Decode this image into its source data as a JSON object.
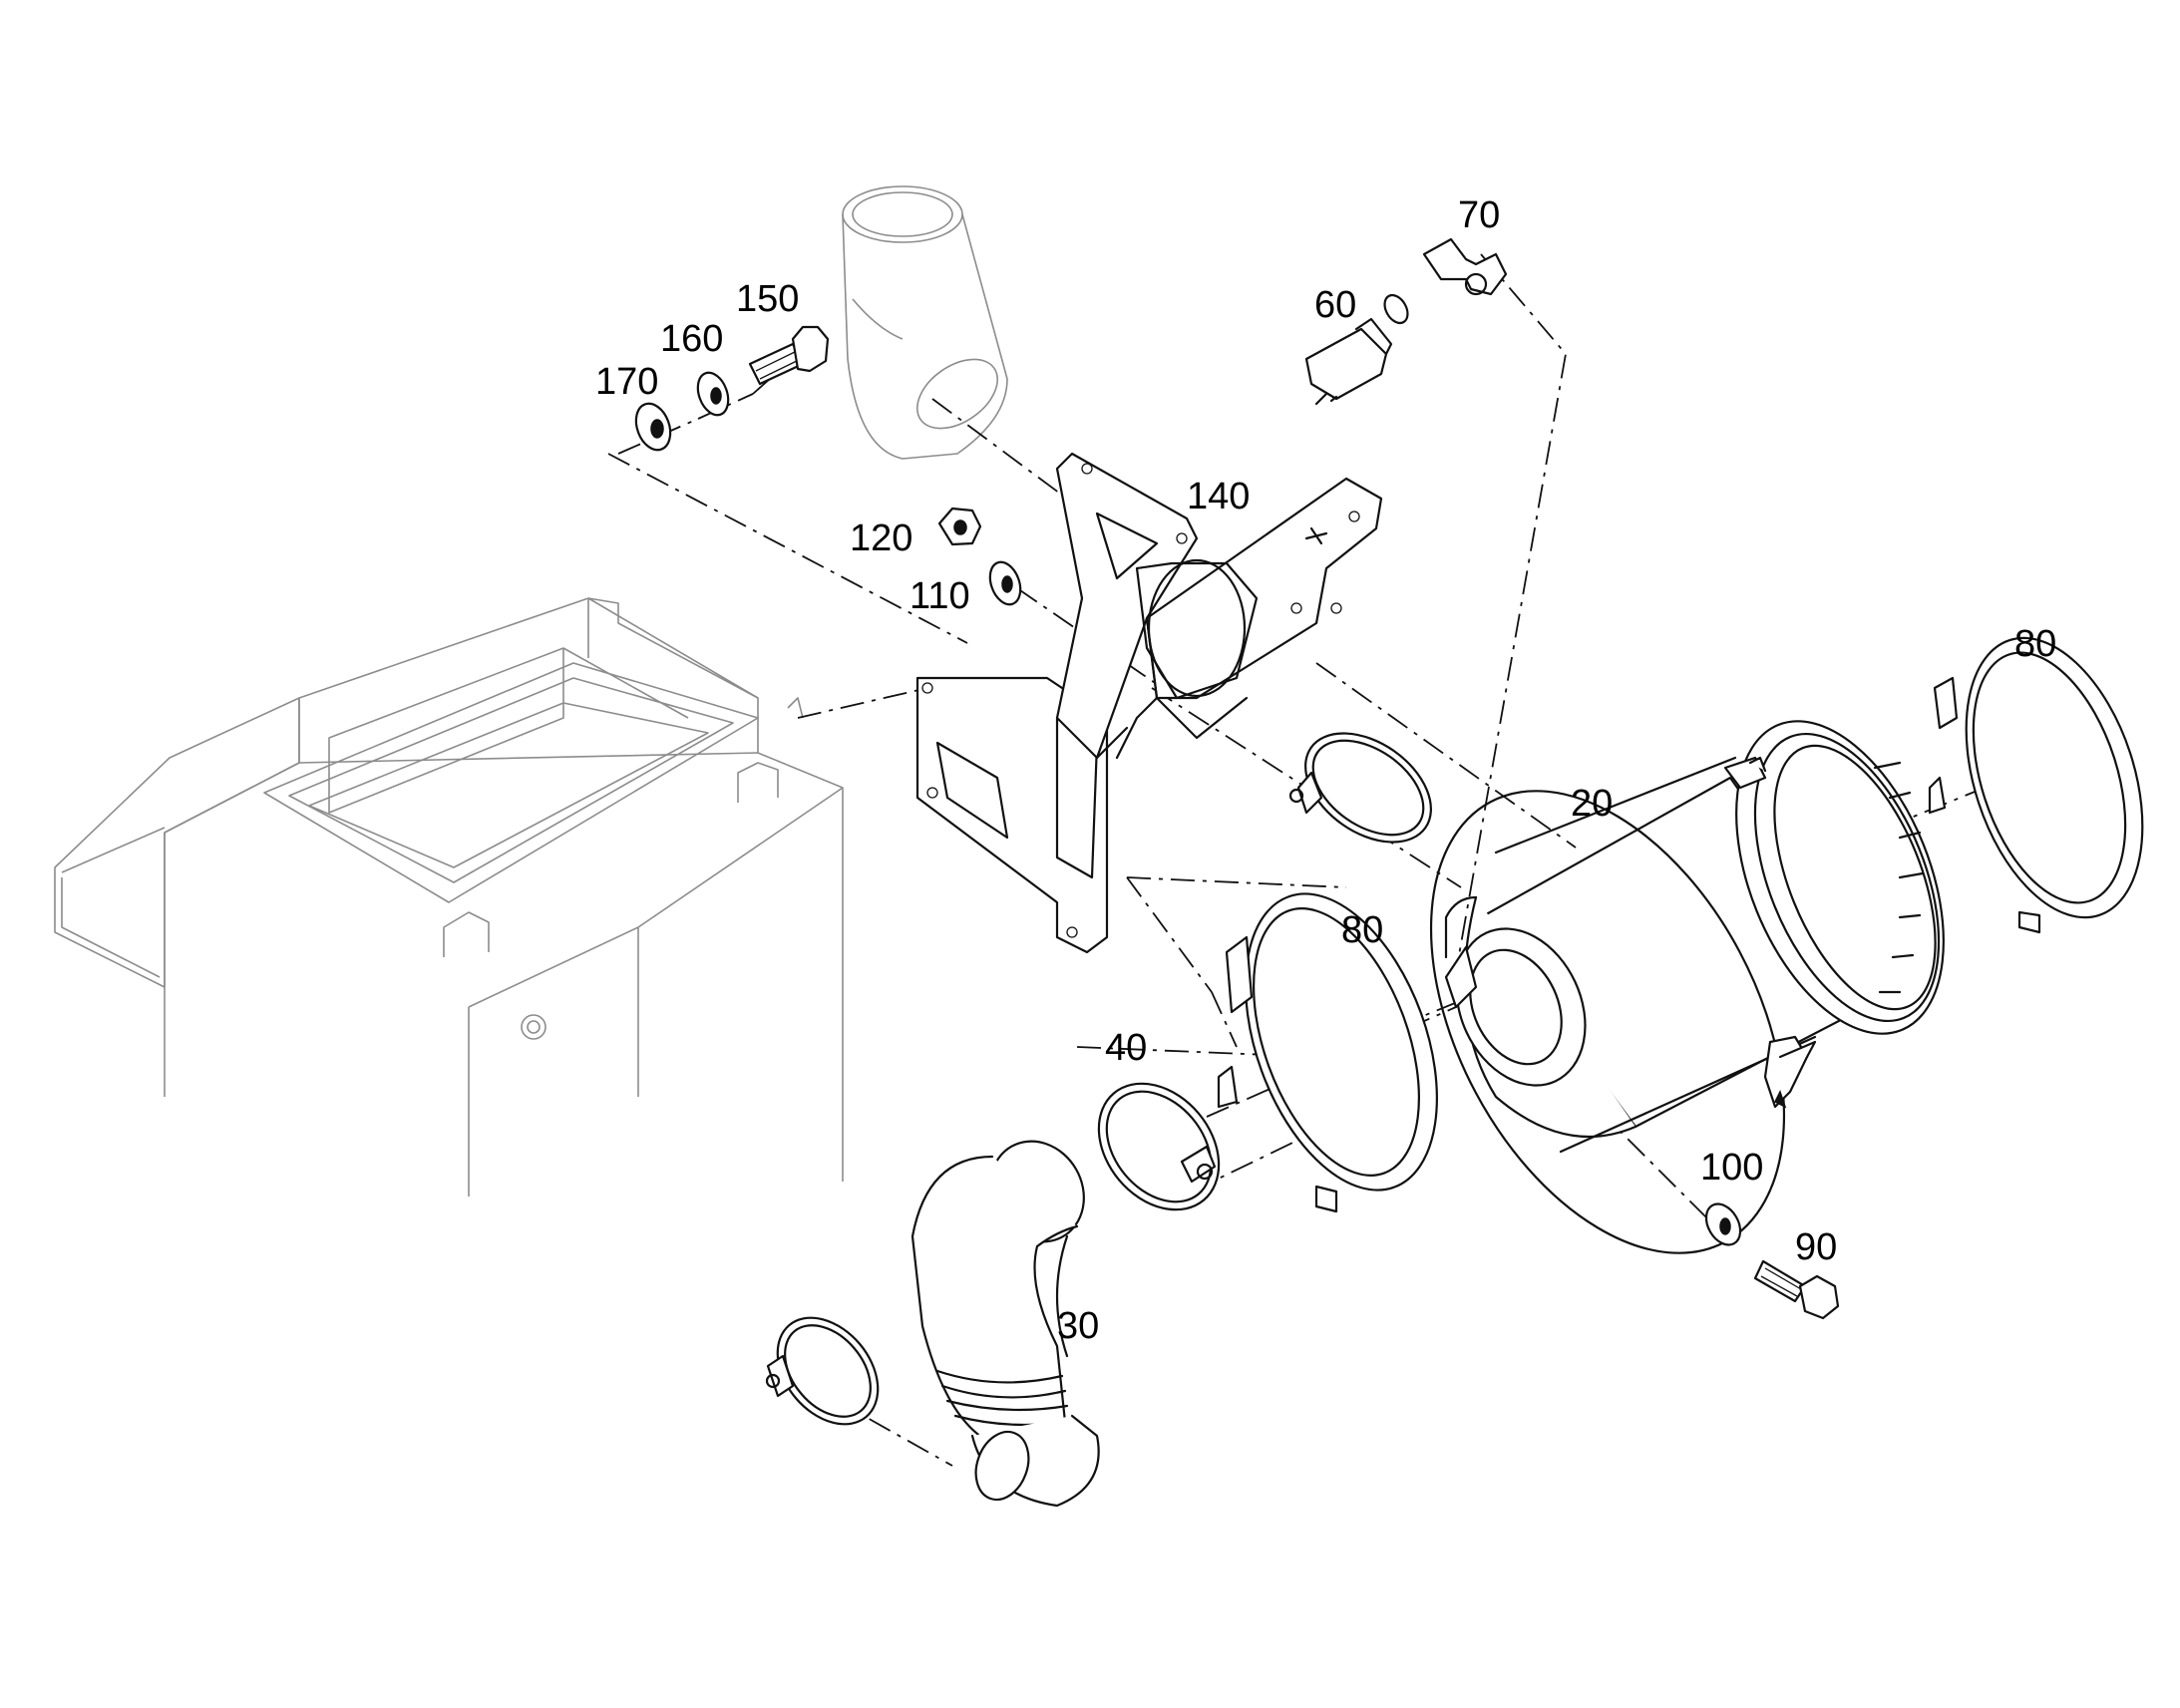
{
  "diagram": {
    "parts": [
      {
        "id": "p20",
        "label": "20"
      },
      {
        "id": "p30",
        "label": "30"
      },
      {
        "id": "p40",
        "label": "40"
      },
      {
        "id": "p60",
        "label": "60"
      },
      {
        "id": "p70",
        "label": "70"
      },
      {
        "id": "p80a",
        "label": "80"
      },
      {
        "id": "p80b",
        "label": "80"
      },
      {
        "id": "p90",
        "label": "90"
      },
      {
        "id": "p100",
        "label": "100"
      },
      {
        "id": "p110",
        "label": "110"
      },
      {
        "id": "p120",
        "label": "120"
      },
      {
        "id": "p140",
        "label": "140"
      },
      {
        "id": "p150",
        "label": "150"
      },
      {
        "id": "p160",
        "label": "160"
      },
      {
        "id": "p170",
        "label": "170"
      }
    ]
  }
}
